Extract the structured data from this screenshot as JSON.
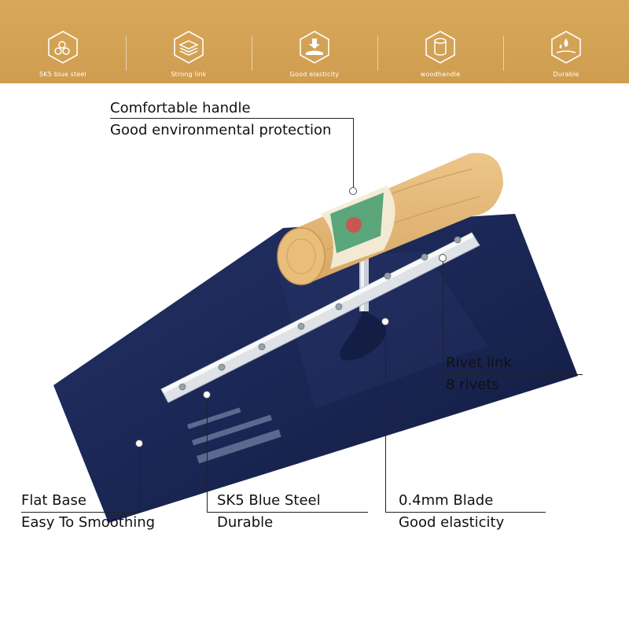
{
  "features": [
    {
      "icon": "steel-bars-icon",
      "label": "SK5 blue steel"
    },
    {
      "icon": "layers-icon",
      "label": "Strong link"
    },
    {
      "icon": "press-down-icon",
      "label": "Good elasticity"
    },
    {
      "icon": "wood-log-icon",
      "label": "woodhandle"
    },
    {
      "icon": "water-drops-icon",
      "label": "Durable"
    }
  ],
  "callouts": {
    "handle": {
      "line1": "Comfortable handle",
      "line2": "Good environmental protection"
    },
    "rivet": {
      "line1": "Rivet link",
      "line2": "8 rivets"
    },
    "base": {
      "line1": "Flat Base",
      "line2": "Easy To Smoothing"
    },
    "steel": {
      "line1": "SK5 Blue Steel",
      "line2": "Durable"
    },
    "blade": {
      "line1": "0.4mm Blade",
      "line2": "Good elasticity"
    }
  },
  "colors": {
    "banner": "#d8a85a",
    "blade": "#1d2a5c",
    "wood": "#e2b878",
    "bar": "#dfe3e8"
  }
}
